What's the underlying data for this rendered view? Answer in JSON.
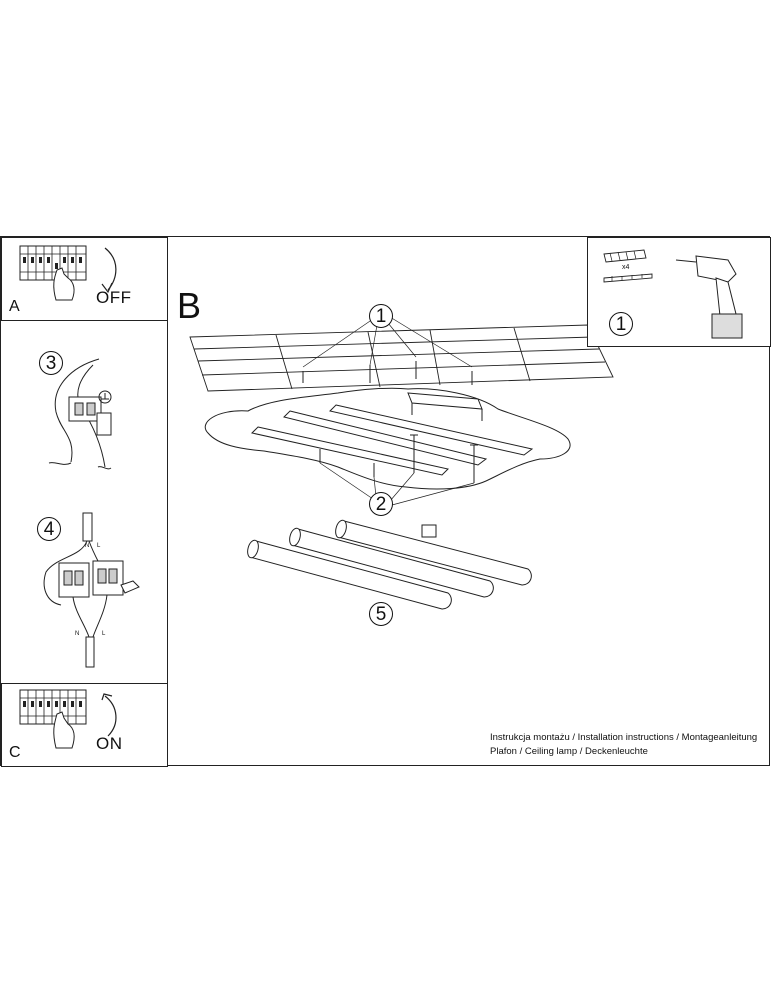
{
  "steps": {
    "a_label": "A",
    "a_word": "OFF",
    "b_label": "B",
    "c_label": "C",
    "c_word": "ON",
    "n3": "3",
    "n4": "4",
    "tools_num": "1",
    "x4": "x4"
  },
  "callouts": {
    "c1": "1",
    "c2": "2",
    "c5": "5"
  },
  "wires": {
    "n_top": "N",
    "l_top": "L",
    "n_bot": "N",
    "l_bot": "L"
  },
  "caption": {
    "line1": "Instrukcja montażu / Installation instructions / Montageanleitung",
    "line2": "Plafon / Ceiling lamp / Deckenleuchte"
  }
}
